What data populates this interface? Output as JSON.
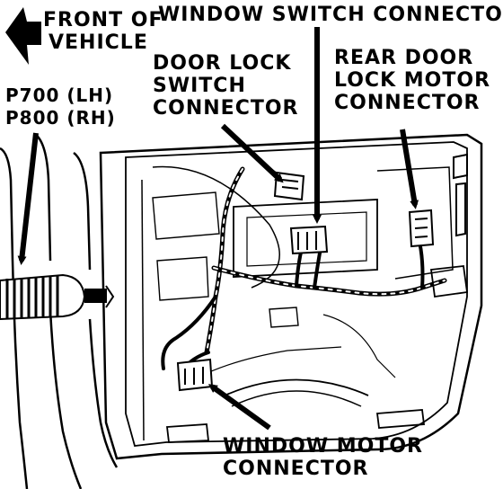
{
  "labels": {
    "front_of_vehicle": [
      "FRONT OF",
      "VEHICLE"
    ],
    "window_switch_connector": [
      "WINDOW SWITCH CONNECTOR"
    ],
    "door_lock_switch_connector": [
      "DOOR LOCK",
      "SWITCH",
      "CONNECTOR"
    ],
    "rear_door_lock_motor_connector": [
      "REAR DOOR",
      "LOCK MOTOR",
      "CONNECTOR"
    ],
    "p700_p800": [
      "P700 (LH)",
      "P800 (RH)"
    ],
    "window_motor_connector": [
      "WINDOW MOTOR",
      "CONNECTOR"
    ]
  },
  "colors": {
    "ink": "#000000",
    "paper": "#ffffff"
  },
  "icons": [
    "front-direction-arrow-icon"
  ]
}
